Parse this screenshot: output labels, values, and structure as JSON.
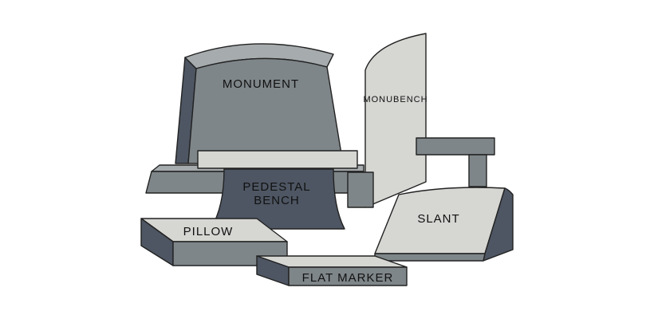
{
  "labels": {
    "monument": "MONUMENT",
    "monubench": "MONUBENCH",
    "pedestal_line1": "PEDESTAL",
    "pedestal_line2": "BENCH",
    "slant": "SLANT",
    "pillow": "PILLOW",
    "flat_marker": "FLAT MARKER"
  },
  "colors": {
    "outline": "#222222",
    "dark_slate": "#4e5663",
    "mid_gray": "#7f8689",
    "light_gray": "#d6d6d3",
    "label_text": "#111111"
  }
}
